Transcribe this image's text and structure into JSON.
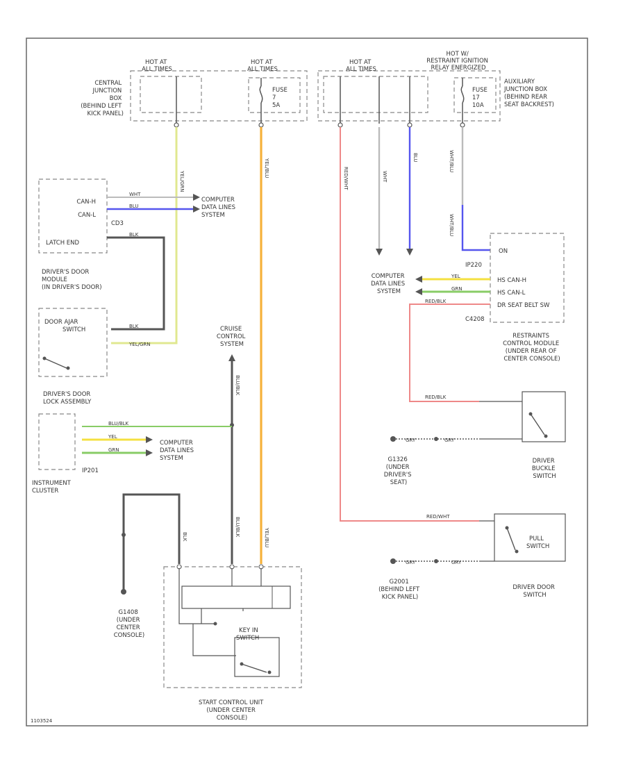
{
  "colors": {
    "yellow": "#f4cf5a",
    "yel_grn": "#e0e890",
    "blue": "#5555ee",
    "green": "#88cc66",
    "red": "#ee8888",
    "grey": "#bbbbbb",
    "black": "#555555",
    "orange": "#f6b13a"
  },
  "top": {
    "hot1": [
      "HOT AT",
      "ALL TIMES"
    ],
    "hot2": [
      "HOT AT",
      "ALL TIMES"
    ],
    "hot3": [
      "HOT AT",
      "ALL TIMES"
    ],
    "hot4": [
      "HOT W/",
      "RESTRAINT IGNITION",
      "RELAY ENERGIZED"
    ],
    "cjb": [
      "CENTRAL",
      "JUNCTION",
      "BOX",
      "(BEHIND LEFT",
      "KICK PANEL)"
    ],
    "ajb": [
      "AUXILIARY",
      "JUNCTION BOX",
      "(BEHIND REAR",
      "SEAT BACKREST)"
    ],
    "fuse_a": [
      "FUSE",
      "7",
      "5A"
    ],
    "fuse_b": [
      "FUSE",
      "17",
      "10A"
    ]
  },
  "wires": {
    "ye_grn": "YEL/GRN",
    "yel_blu": "YEL/BLU",
    "red_wht": "RED/WHT",
    "wht": "WHT",
    "blu": "BLU",
    "wht_blu": "WHT/BLU",
    "blu_blk": "BLU/BLK",
    "yel": "YEL",
    "grn": "GRN",
    "blk": "BLK",
    "red_blk": "RED/BLK",
    "gry": "GRY"
  },
  "left": {
    "dd_mod_pins": [
      "CAN-H",
      "CAN-L",
      "CD3"
    ],
    "latch_end": "LATCH END",
    "dd_module": [
      "DRIVER'S DOOR",
      "MODULE",
      "(IN DRIVER'S DOOR)"
    ],
    "computer1": [
      "COMPUTER",
      "DATA LINES",
      "SYSTEM"
    ],
    "door_ajar": [
      "DOOR AJAR",
      "SWITCH"
    ],
    "dd_lock": [
      "DRIVER'S DOOR",
      "LOCK ASSEMBLY"
    ],
    "cruise": [
      "CRUISE",
      "CONTROL",
      "SYSTEM"
    ],
    "computer2": [
      "COMPUTER",
      "DATA LINES",
      "SYSTEM"
    ],
    "ip_conn": "IP201",
    "cluster": [
      "INSTRUMENT",
      "CLUSTER"
    ],
    "g_center": [
      "G1408",
      "(UNDER",
      "CENTER",
      "CONSOLE)"
    ],
    "start_ctrl": [
      "START CONTROL UNIT",
      "(UNDER CENTER",
      "CONSOLE)"
    ],
    "key_in": [
      "KEY IN",
      "SWITCH"
    ],
    "code": "1103524"
  },
  "right": {
    "computer3": [
      "COMPUTER",
      "DATA LINES",
      "SYSTEM"
    ],
    "rcm_conn": "IP220",
    "rcm_pins": [
      "ON",
      "HS CAN-H",
      "HS CAN-L",
      "DR SEAT BELT SW"
    ],
    "rcm_conn2": "C4208",
    "rcm": [
      "RESTRAINTS",
      "CONTROL MODULE",
      "(UNDER REAR OF",
      "CENTER CONSOLE)"
    ],
    "g_seat": [
      "G1326",
      "(UNDER",
      "DRIVER'S",
      "SEAT)"
    ],
    "buckle": [
      "DRIVER",
      "BUCKLE",
      "SWITCH"
    ],
    "g_kick": [
      "G2001",
      "(BEHIND LEFT",
      "KICK PANEL)"
    ],
    "pull": [
      "PULL",
      "SWITCH"
    ],
    "dd_switch": [
      "DRIVER DOOR",
      "SWITCH"
    ]
  }
}
